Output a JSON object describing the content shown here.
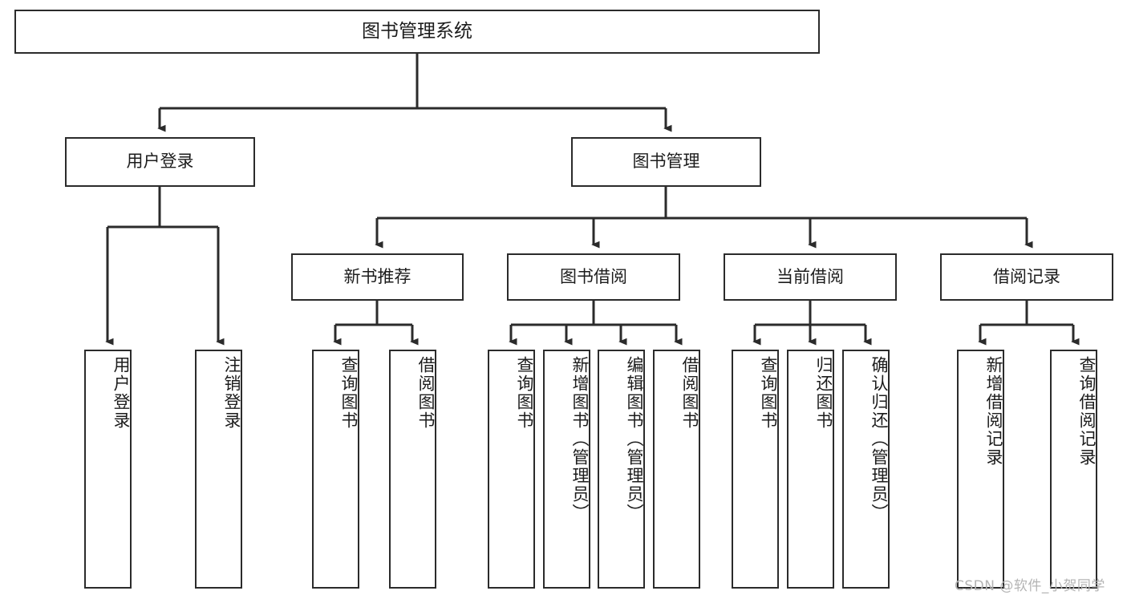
{
  "diagram": {
    "title": "图书管理系统",
    "type": "tree-hierarchy",
    "watermark": "CSDN @软件_小贺同学",
    "colors": {
      "border": "#2b2b2b",
      "background": "#ffffff",
      "text": "#1c1c1c",
      "watermark": "#b4b4b4"
    }
  },
  "root": {
    "label": "图书管理系统"
  },
  "level2": [
    {
      "label": "用户登录"
    },
    {
      "label": "图书管理"
    }
  ],
  "level3": [
    {
      "label": "新书推荐"
    },
    {
      "label": "图书借阅"
    },
    {
      "label": "当前借阅"
    },
    {
      "label": "借阅记录"
    }
  ],
  "leaves": {
    "user_login": [
      {
        "label": "用户登录"
      },
      {
        "label": "注销登录"
      }
    ],
    "new_book_recommend": [
      {
        "label": "查询图书"
      },
      {
        "label": "借阅图书"
      }
    ],
    "book_borrow": [
      {
        "label": "查询图书"
      },
      {
        "label": "新增图书（管理员）"
      },
      {
        "label": "编辑图书（管理员）"
      },
      {
        "label": "借阅图书"
      }
    ],
    "current_borrow": [
      {
        "label": "查询图书"
      },
      {
        "label": "归还图书"
      },
      {
        "label": "确认归还（管理员）"
      }
    ],
    "borrow_record": [
      {
        "label": "新增借阅记录"
      },
      {
        "label": "查询借阅记录"
      }
    ]
  }
}
